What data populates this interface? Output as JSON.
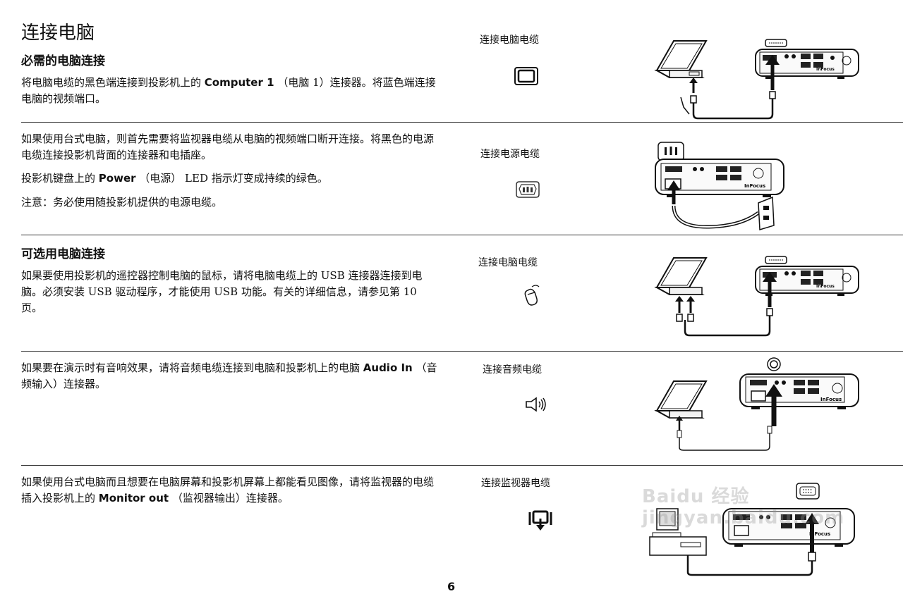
{
  "page": {
    "title": "连接电脑",
    "page_number": "6"
  },
  "sections": [
    {
      "subheading": "必需的电脑连接",
      "paras": [
        {
          "before": "将电脑电缆的黑色端连接到投影机上的 ",
          "bold": "Computer 1",
          "after": " （电脑 1）连接器。将蓝色端连接电脑的视频端口。"
        }
      ],
      "label": "连接电脑电缆",
      "icon": "monitor-icon"
    },
    {
      "paras": [
        {
          "before": "如果使用台式电脑，则首先需要将监视器电缆从电脑的视频端口断开连接。将黑色的电源电缆连接投影机背面的连接器和电插座。",
          "bold": "",
          "after": ""
        },
        {
          "before": "投影机键盘上的 ",
          "bold": "Power",
          "after": " （电源） LED 指示灯变成持续的绿色。"
        },
        {
          "before": "注意：务必使用随投影机提供的电源电缆。",
          "bold": "",
          "after": ""
        }
      ],
      "label": "连接电源电缆",
      "icon": "power-plug-icon"
    },
    {
      "subheading": "可选用电脑连接",
      "paras": [
        {
          "before": "如果要使用投影机的遥控器控制电脑的鼠标，请将电脑电缆上的 USB 连接器连接到电脑。必须安装 USB 驱动程序，才能使用 USB 功能。有关的详细信息，请参见第 10 页。",
          "bold": "",
          "after": ""
        }
      ],
      "label": "连接电脑电缆",
      "icon": "mouse-icon"
    },
    {
      "paras": [
        {
          "before": "如果要在演示时有音响效果，请将音频电缆连接到电脑和投影机上的电脑 ",
          "bold": "Audio In",
          "after": " （音频输入）连接器。"
        }
      ],
      "label": "连接音频电缆",
      "icon": "speaker-icon"
    },
    {
      "paras": [
        {
          "before": "如果使用台式电脑而且想要在电脑屏幕和投影机屏幕上都能看见图像，请将监视器的电缆插入投影机上的 ",
          "bold": "Monitor out",
          "after": " （监视器输出）连接器。"
        }
      ],
      "label": "连接监视器电缆",
      "icon": "monitor-out-icon"
    }
  ],
  "brand_text": "InFocus",
  "watermark": "Baidu 经验 jingyan.baidu.com"
}
